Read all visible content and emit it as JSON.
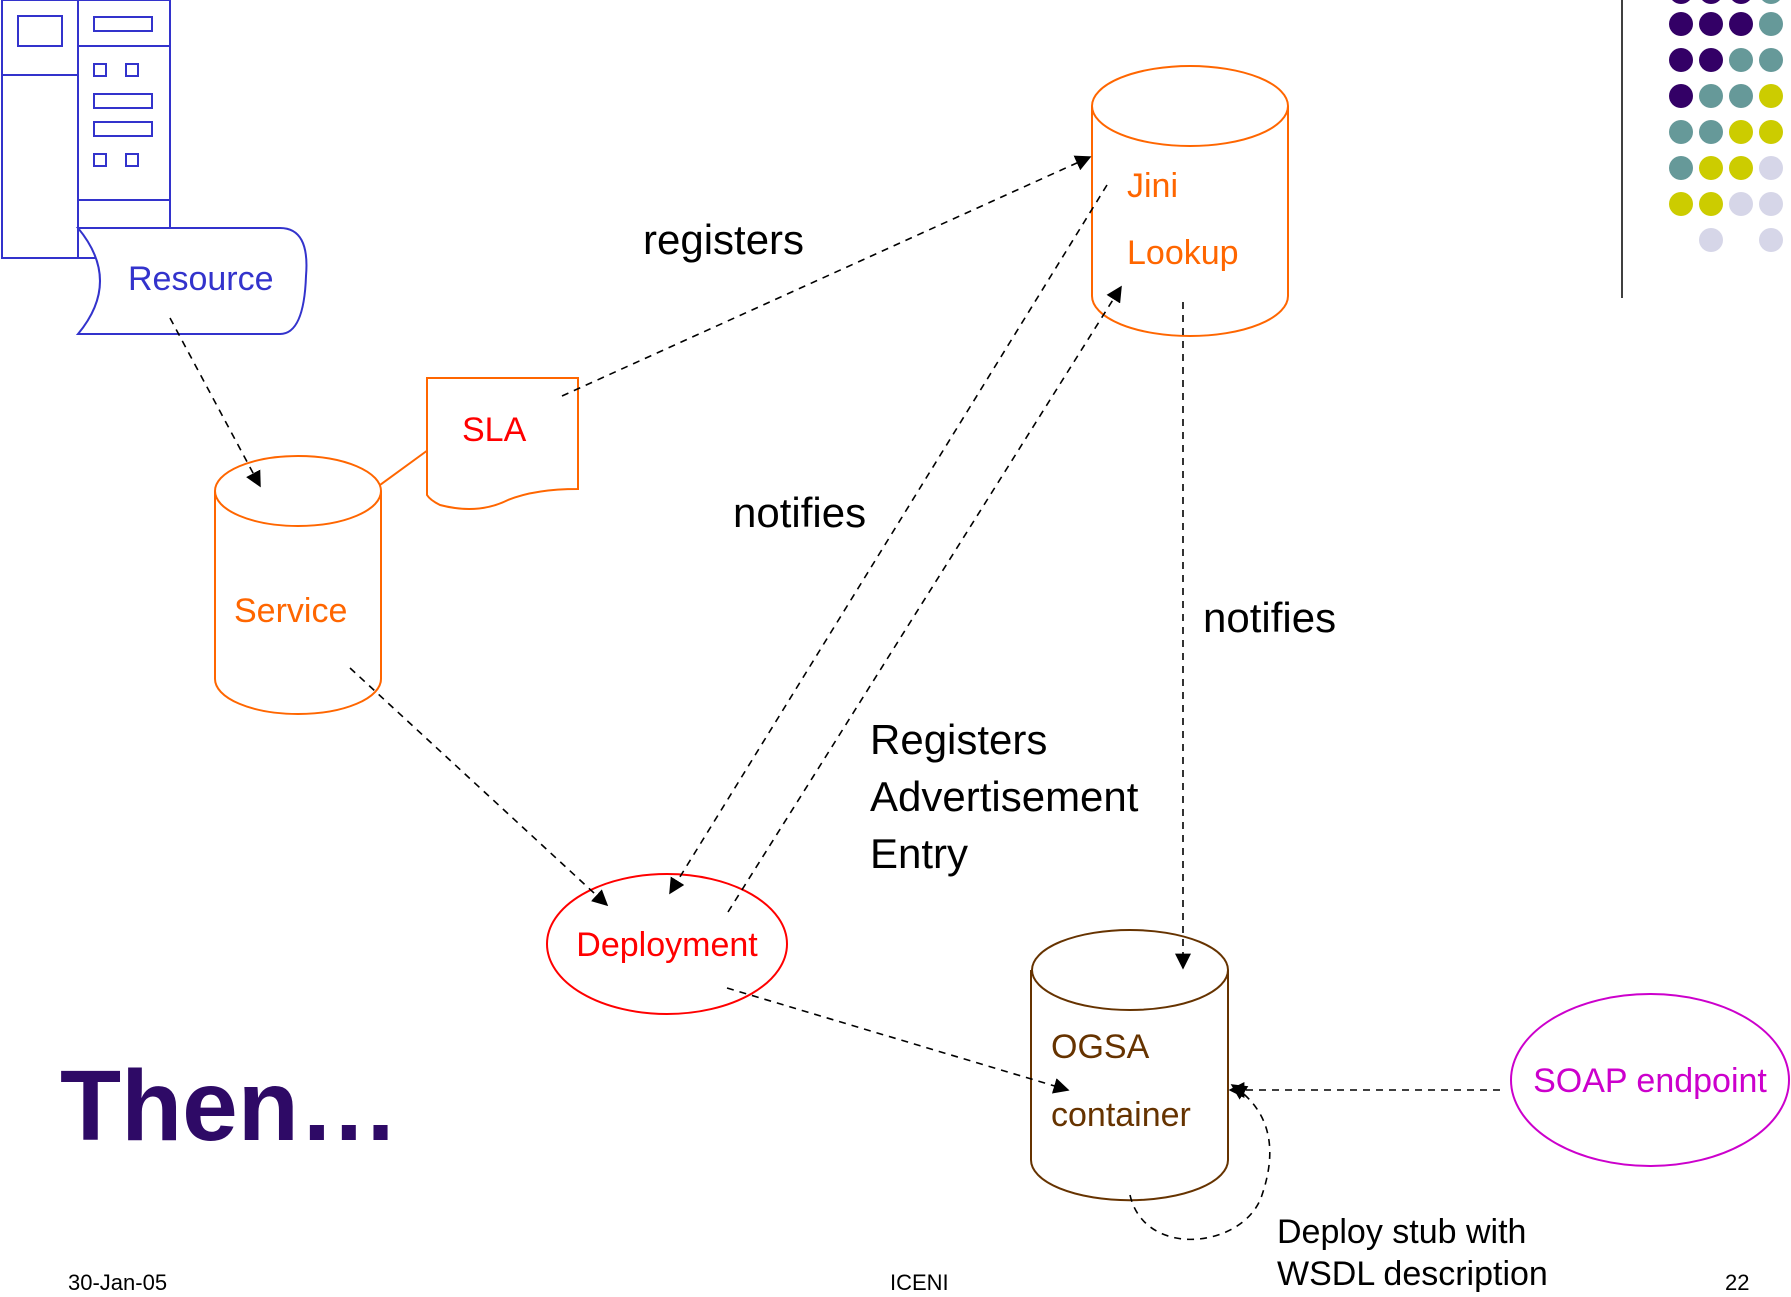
{
  "nodes": {
    "resource": {
      "label": "Resource",
      "color": "#3333cc"
    },
    "sla": {
      "label": "SLA",
      "color": "#ff0000"
    },
    "service": {
      "label": "Service",
      "color": "#ff6600"
    },
    "jini": {
      "line1": "Jini",
      "line2": "Lookup",
      "color": "#ff6600"
    },
    "deployment": {
      "label": "Deployment",
      "color": "#ff0000"
    },
    "ogsa": {
      "line1": "OGSA",
      "line2": "container",
      "color": "#663300"
    },
    "soap": {
      "label": "SOAP endpoint",
      "color": "#cc00cc"
    }
  },
  "edges": {
    "registers": "registers",
    "notifies_left": "notifies",
    "notifies_right": "notifies",
    "advert": [
      "Registers",
      "Advertisement",
      "Entry"
    ],
    "deploy_note": [
      "Deploy stub with",
      "WSDL description"
    ]
  },
  "slide": {
    "title": "Then…",
    "date": "30-Jan-05",
    "center": "ICENI",
    "page": "22"
  },
  "decor": {
    "dot_colors": [
      "#330066",
      "#669999",
      "#cccc00",
      "#d6d6e8"
    ]
  }
}
